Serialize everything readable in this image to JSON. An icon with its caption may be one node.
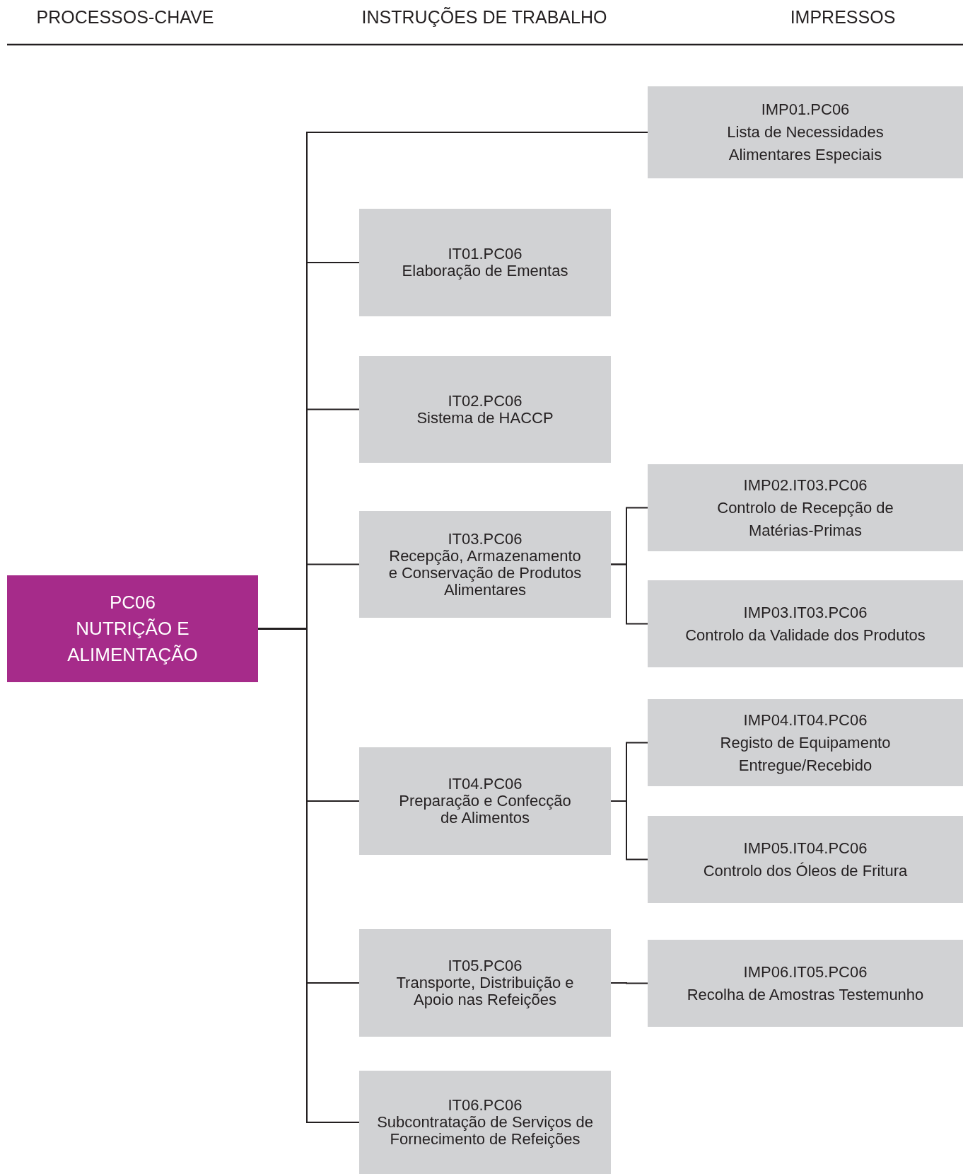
{
  "diagram": {
    "nodes": [
      {
        "text": [
          "PC06",
          "NUTRIÇÃO E ALIMENTAÇÃO"
        ]
      },
      {
        "text": [
          "IMP01.PC06",
          "Lista de Necessidades Alimentares Especiais"
        ]
      },
      {
        "text": [
          "IT01.PC06",
          "Elaboração de Ementas"
        ]
      },
      {
        "text": [
          "IT02.PC06",
          "Sistema de HACCP"
        ]
      },
      {
        "text": [
          "IT03.PC06",
          "Recepção, Armazenamento e Conservação de Produtos Alimentares"
        ]
      },
      {
        "text": [
          "IMP02.IT03.PC06",
          "Controlo de Recepção de Matérias-Primas"
        ]
      },
      {
        "text": [
          "IMP03.IT03.PC06",
          "Controlo da Validade dos Produtos"
        ]
      },
      {
        "text": [
          "IT04.PC06",
          "Preparação e Confecção de Alimentos"
        ]
      },
      {
        "text": [
          "IMP04.IT04.PC06",
          "Registo de Equipamento Entregue/Recebido"
        ]
      },
      {
        "text": [
          "IMP05.IT04.PC06",
          "Controlo dos Óleos de Fritura"
        ]
      },
      {
        "text": [
          "IT05.PC06",
          "Transporte, Distribuição e Apoio nas Refeições"
        ]
      },
      {
        "text": [
          "IMP06.IT05.PC06",
          "Recolha de Amostras Testemunho"
        ]
      },
      {
        "text": [
          "IT06.PC06",
          "Subcontratação de Serviços de Fornecimento de Refeições"
        ]
      }
    ],
    "edges": [
      {
        "from": 0,
        "to": 1,
        "arrow": "none"
      },
      {
        "from": 0,
        "to": 2,
        "arrow": "none"
      },
      {
        "from": 0,
        "to": 3,
        "arrow": "none"
      },
      {
        "from": 0,
        "to": 4,
        "arrow": "none"
      },
      {
        "from": 4,
        "to": 5,
        "arrow": "none"
      },
      {
        "from": 4,
        "to": 6,
        "arrow": "none"
      },
      {
        "from": 0,
        "to": 7,
        "arrow": "none"
      },
      {
        "from": 7,
        "to": 8,
        "arrow": "none"
      },
      {
        "from": 7,
        "to": 9,
        "arrow": "none"
      },
      {
        "from": 0,
        "to": 10,
        "arrow": "none"
      },
      {
        "from": 10,
        "to": 11,
        "arrow": "none"
      },
      {
        "from": 0,
        "to": 12,
        "arrow": "none"
      }
    ],
    "labels": [
      "PROCESSOS-CHAVE",
      "INSTRUÇÕES DE TRABALHO",
      "IMPRESSOS"
    ]
  }
}
